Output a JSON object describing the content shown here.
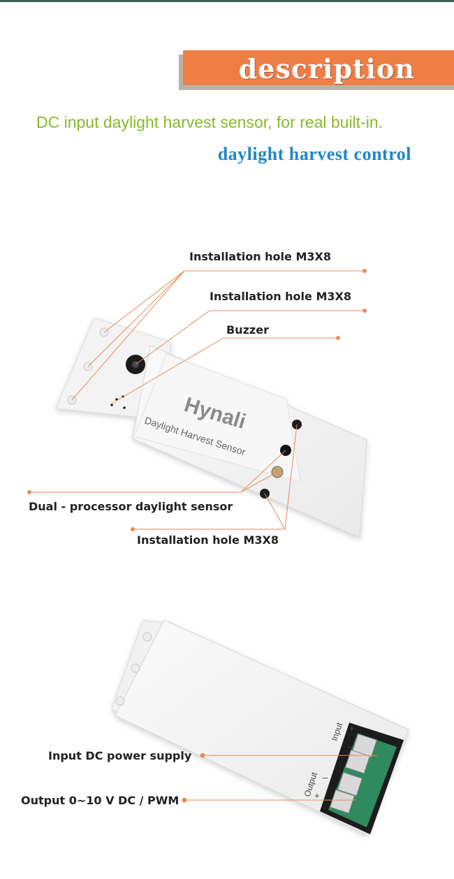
{
  "header": {
    "title": "description"
  },
  "intro": {
    "tagline": "DC input daylight harvest sensor, for real built-in.",
    "subheading": "daylight harvest control"
  },
  "product": {
    "brand": "Hynali",
    "model_text": "Daylight Harvest Sensor"
  },
  "callouts_top": {
    "hole_1": "Installation hole M3X8",
    "hole_2": "Installation hole M3X8",
    "buzzer": "Buzzer",
    "sensor": "Dual - processor daylight sensor",
    "hole_3": "Installation hole M3X8"
  },
  "callouts_bottom": {
    "input": "Input DC power supply",
    "output": "Output 0~10 V DC / PWM"
  },
  "terminal_labels": {
    "input": "Input",
    "output": "Output",
    "minus": "–",
    "plus": "+"
  },
  "colors": {
    "accent": "#ef7e45",
    "callout_line": "#ec8a55",
    "green": "#8ab82d",
    "blue": "#1f86c7"
  }
}
